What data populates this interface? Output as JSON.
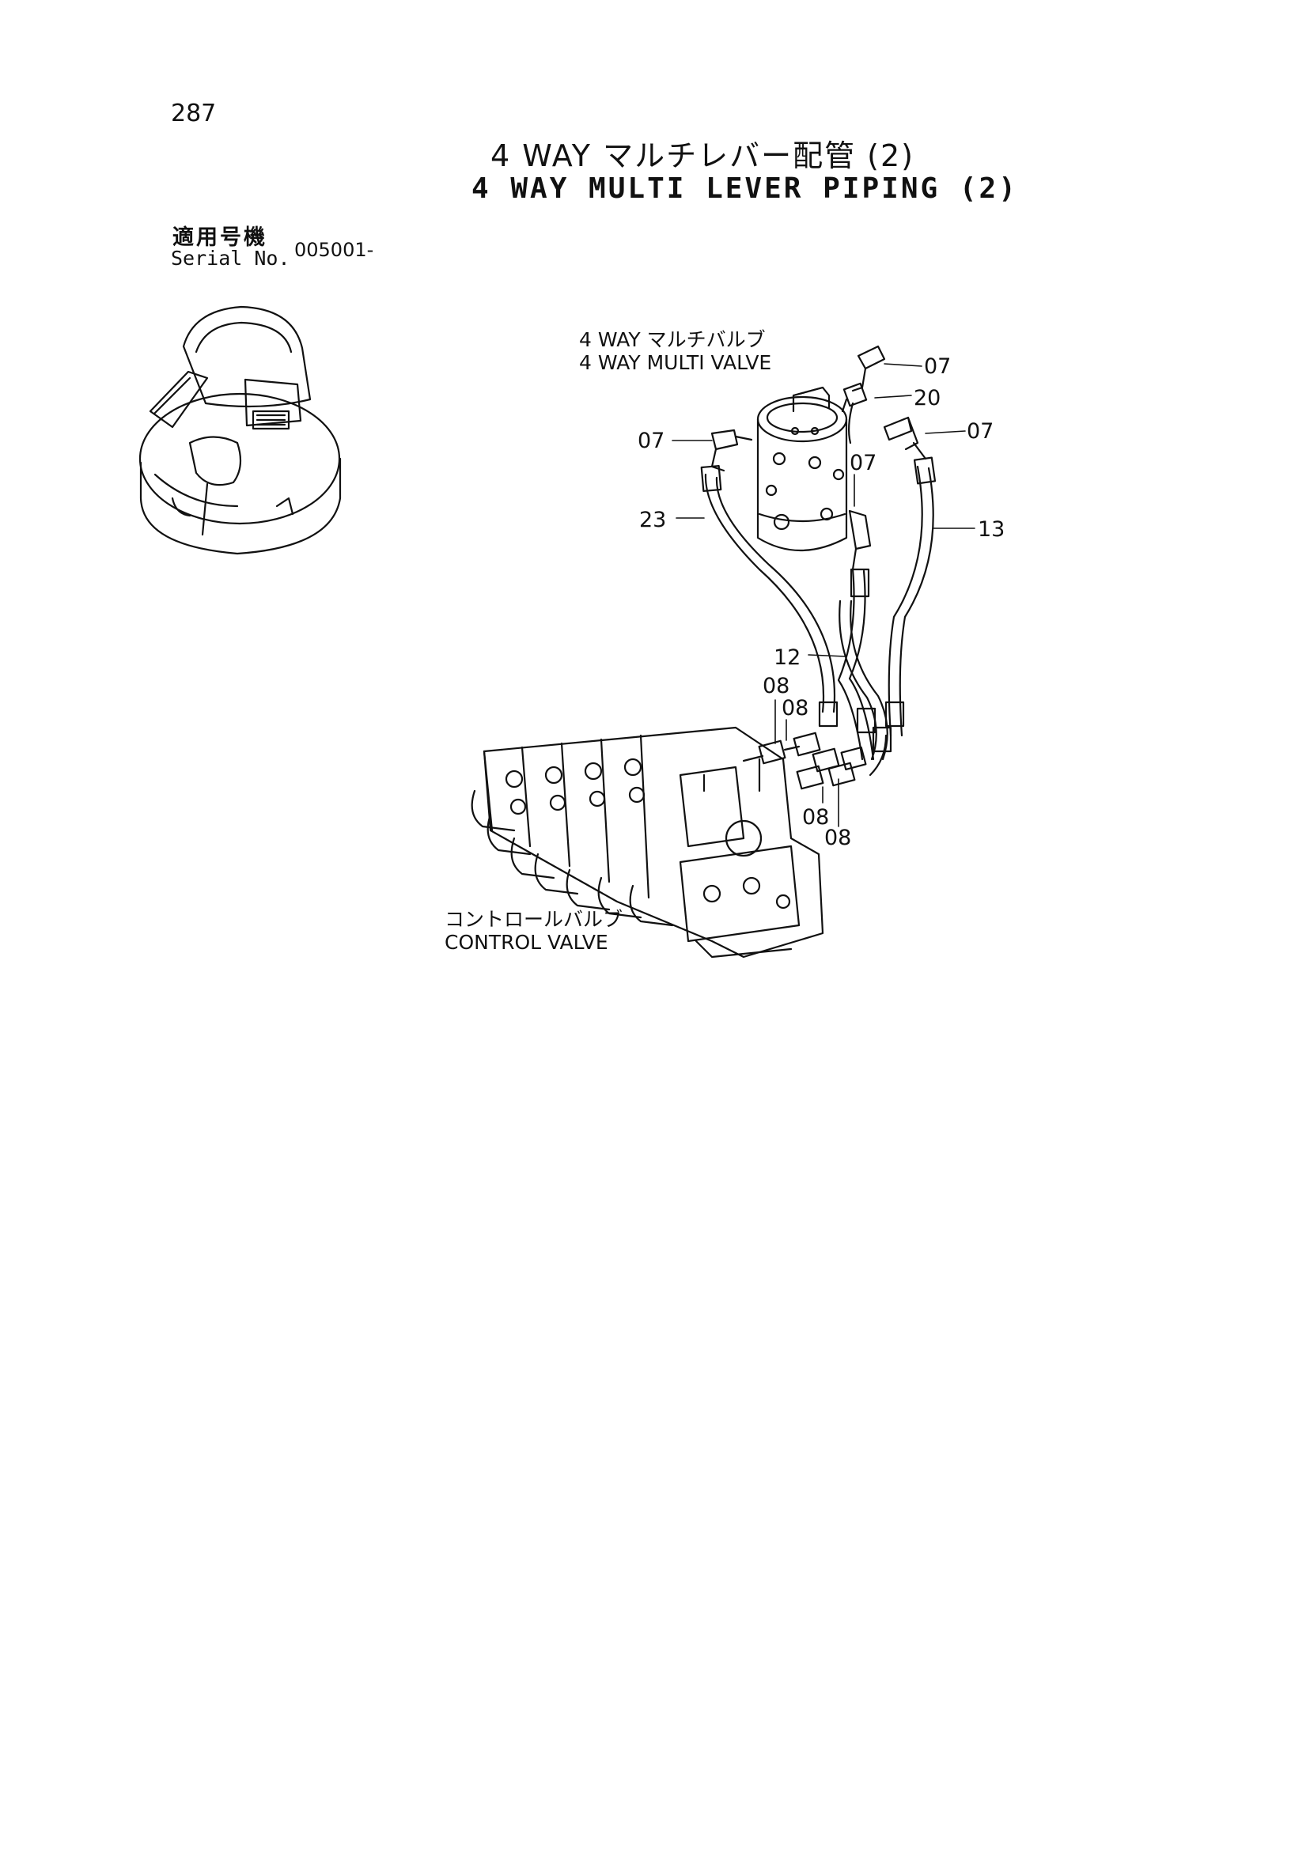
{
  "page_number": "287",
  "title": {
    "japanese": "4 WAY マルチレバー配管 (2)",
    "english": "4 WAY MULTI LEVER PIPING (2)"
  },
  "serial": {
    "label_japanese": "適用号機",
    "label_english": "Serial No.",
    "value": "005001-"
  },
  "components": {
    "multi_valve_jp": "4 WAY マルチバルブ",
    "multi_valve_en": "4 WAY MULTI VALVE",
    "control_valve_jp": "コントロールバルブ",
    "control_valve_en": "CONTROL VALVE"
  },
  "callouts": {
    "c07_top": "07",
    "c20": "20",
    "c07_right": "07",
    "c07_left": "07",
    "c07_center": "07",
    "c23": "23",
    "c13": "13",
    "c12": "12",
    "c08_a": "08",
    "c08_b": "08",
    "c08_c": "08",
    "c08_d": "08"
  }
}
